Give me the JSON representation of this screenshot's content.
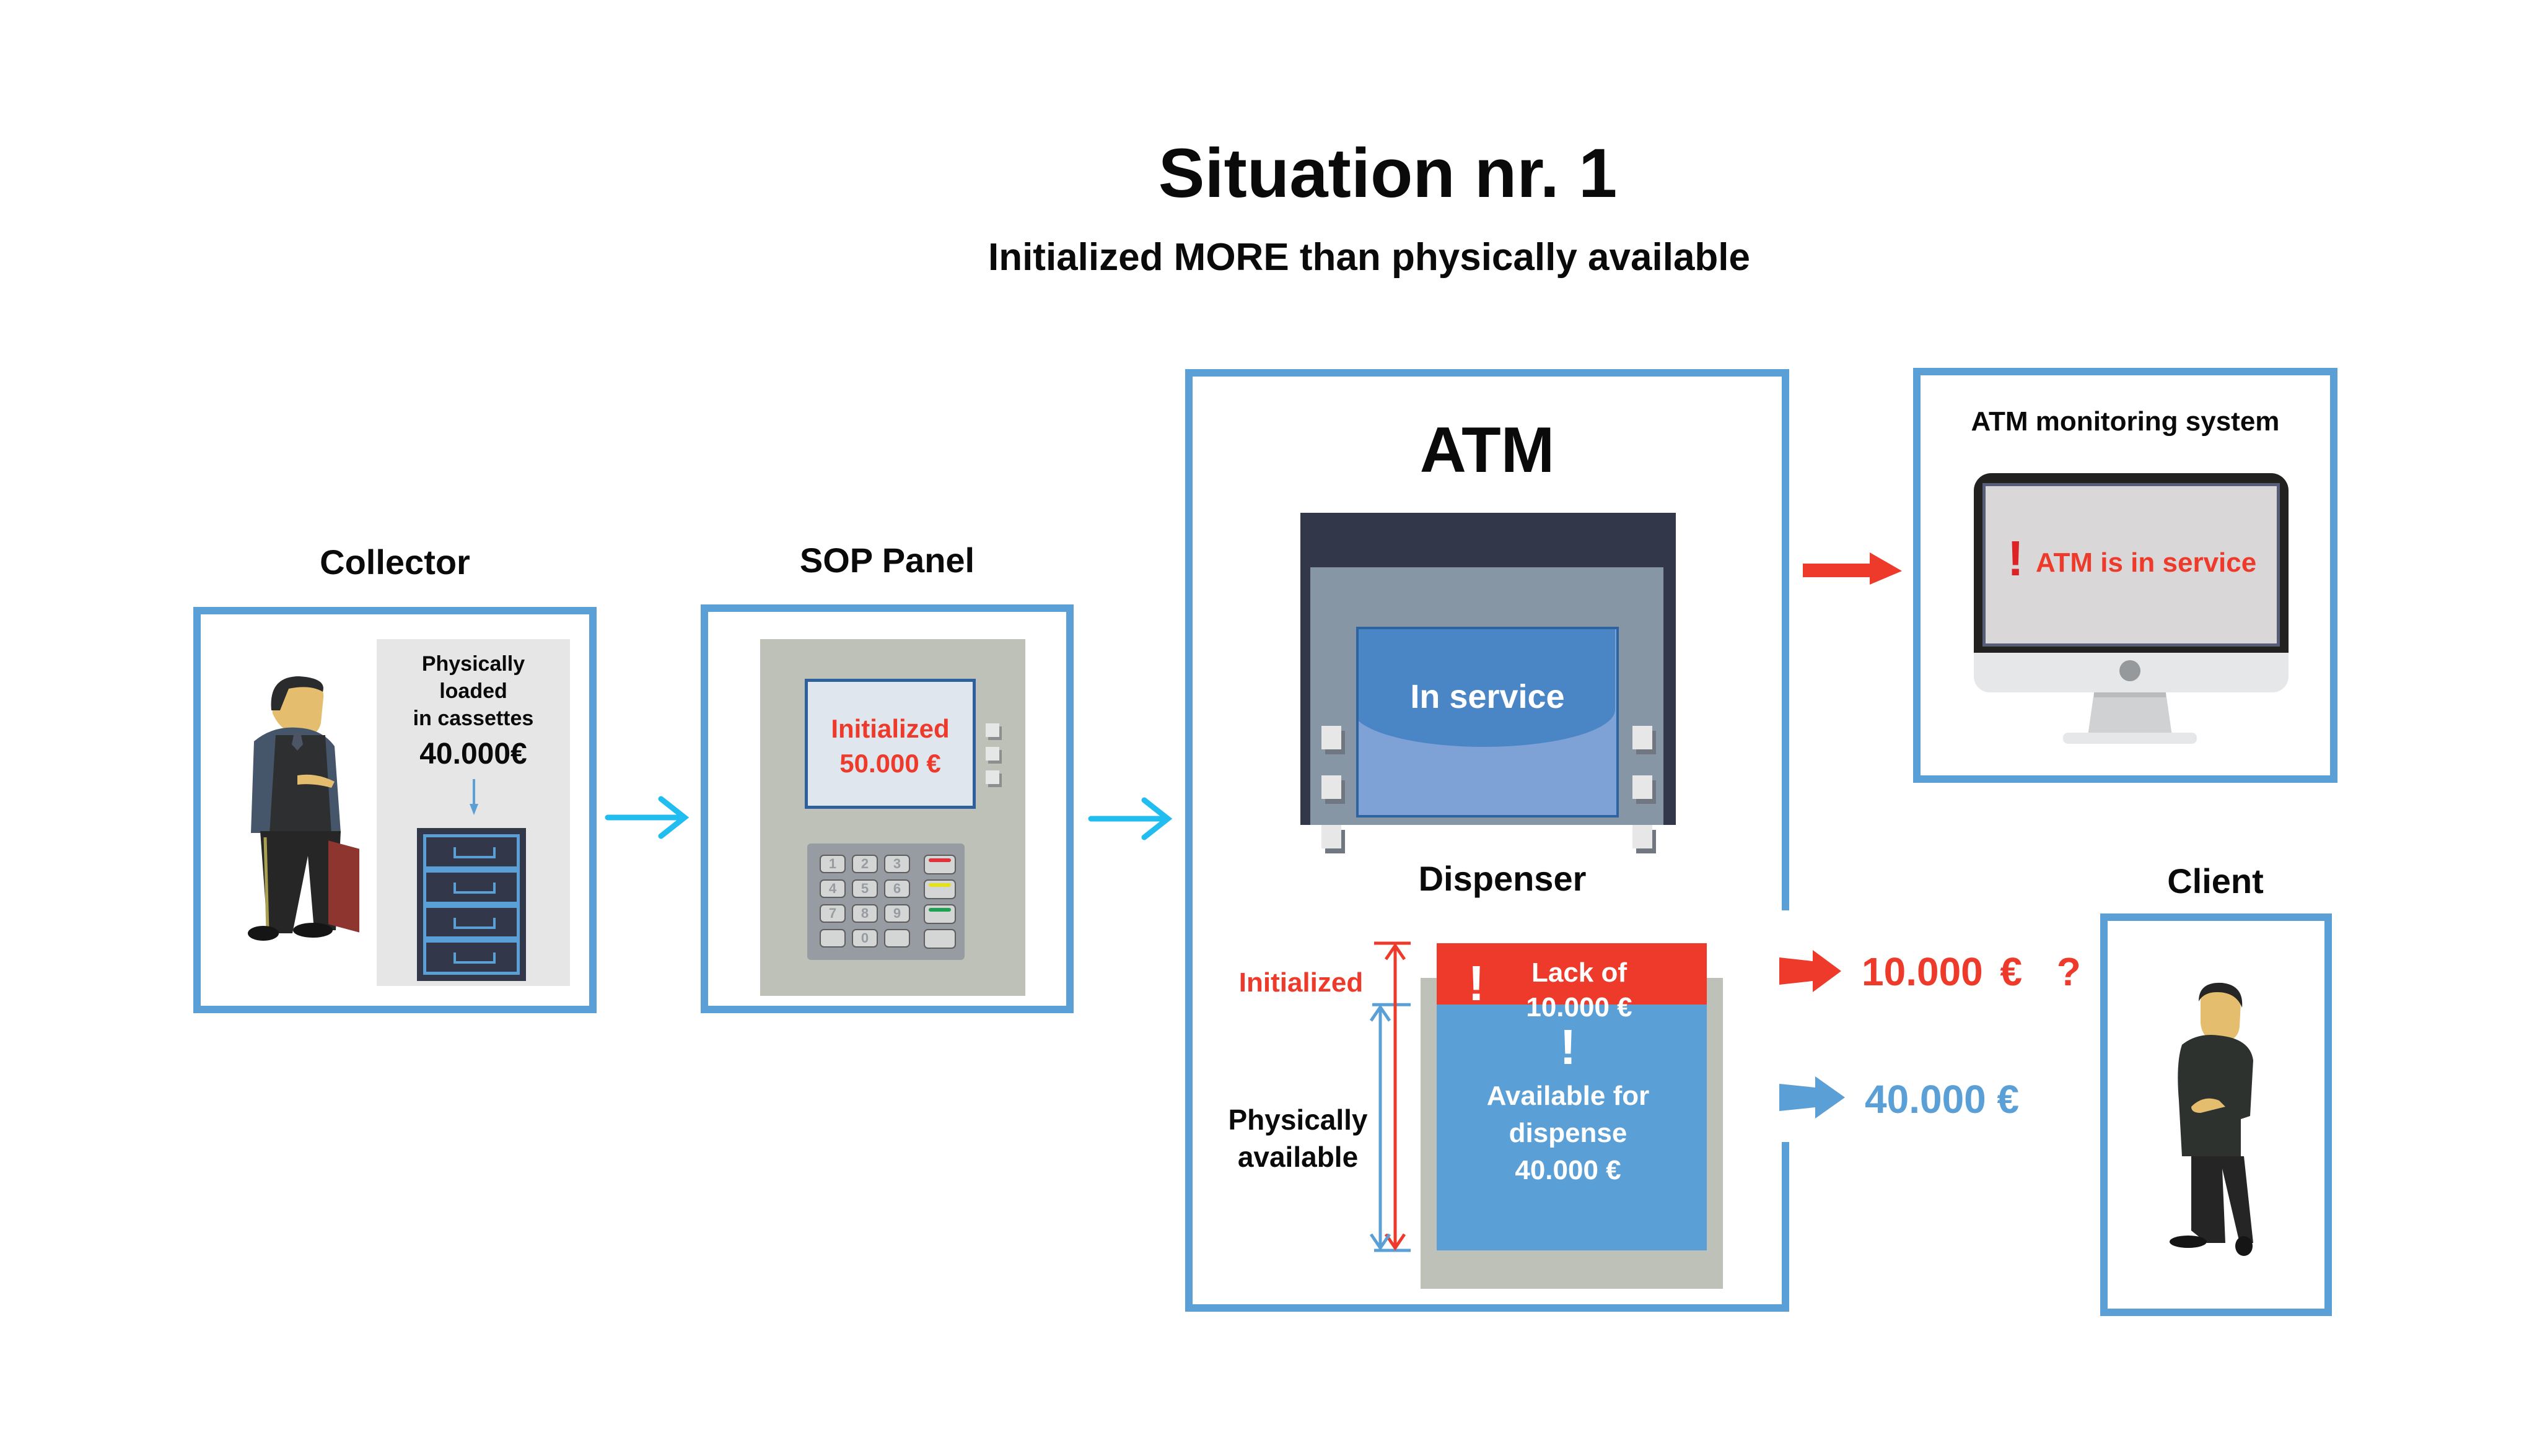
{
  "header": {
    "title": "Situation nr. 1",
    "subtitle": "Initialized MORE than physically available"
  },
  "collector": {
    "label": "Collector",
    "cassette_caption_line1": "Physically",
    "cassette_caption_line2": "loaded",
    "cassette_caption_line3": "in cassettes",
    "amount": "40.000€",
    "cassette_count": 4
  },
  "sop_panel": {
    "label": "SOP Panel",
    "screen_line1": "Initialized",
    "screen_line2": "50.000 €",
    "keypad_keys": [
      "1",
      "2",
      "3",
      "4",
      "5",
      "6",
      "7",
      "8",
      "9",
      "",
      "0",
      ""
    ],
    "function_key_colors": [
      "#e0323a",
      "#e3e01c",
      "#1ea152",
      ""
    ]
  },
  "atm": {
    "label": "ATM",
    "screen_text": "In service",
    "dispenser_label": "Dispenser",
    "initialized_label": "Initialized",
    "physically_label_line1": "Physically",
    "physically_label_line2": "available",
    "lack_line1": "Lack of",
    "lack_line2": "10.000 €",
    "available_line1": "Available for",
    "available_line2": "dispense",
    "available_line3": "40.000 €",
    "initialized_amount_eur": 50000,
    "physical_amount_eur": 40000,
    "lack_amount_eur": 10000
  },
  "monitoring": {
    "label": "ATM monitoring system",
    "alert_text": "ATM is in service"
  },
  "outputs": {
    "missing_amount": "10.000 €",
    "missing_mark": "?",
    "dispensed_amount": "40.000 €"
  },
  "client": {
    "label": "Client"
  },
  "colors": {
    "frame_blue": "#5a9fd6",
    "alert_red": "#ee3a2a",
    "flow_cyan": "#22bdf0",
    "atm_dark": "#323849",
    "atm_grey": "#8696a5",
    "screen_blue": "#4b86c4",
    "panel_grey": "#bec1b8"
  }
}
